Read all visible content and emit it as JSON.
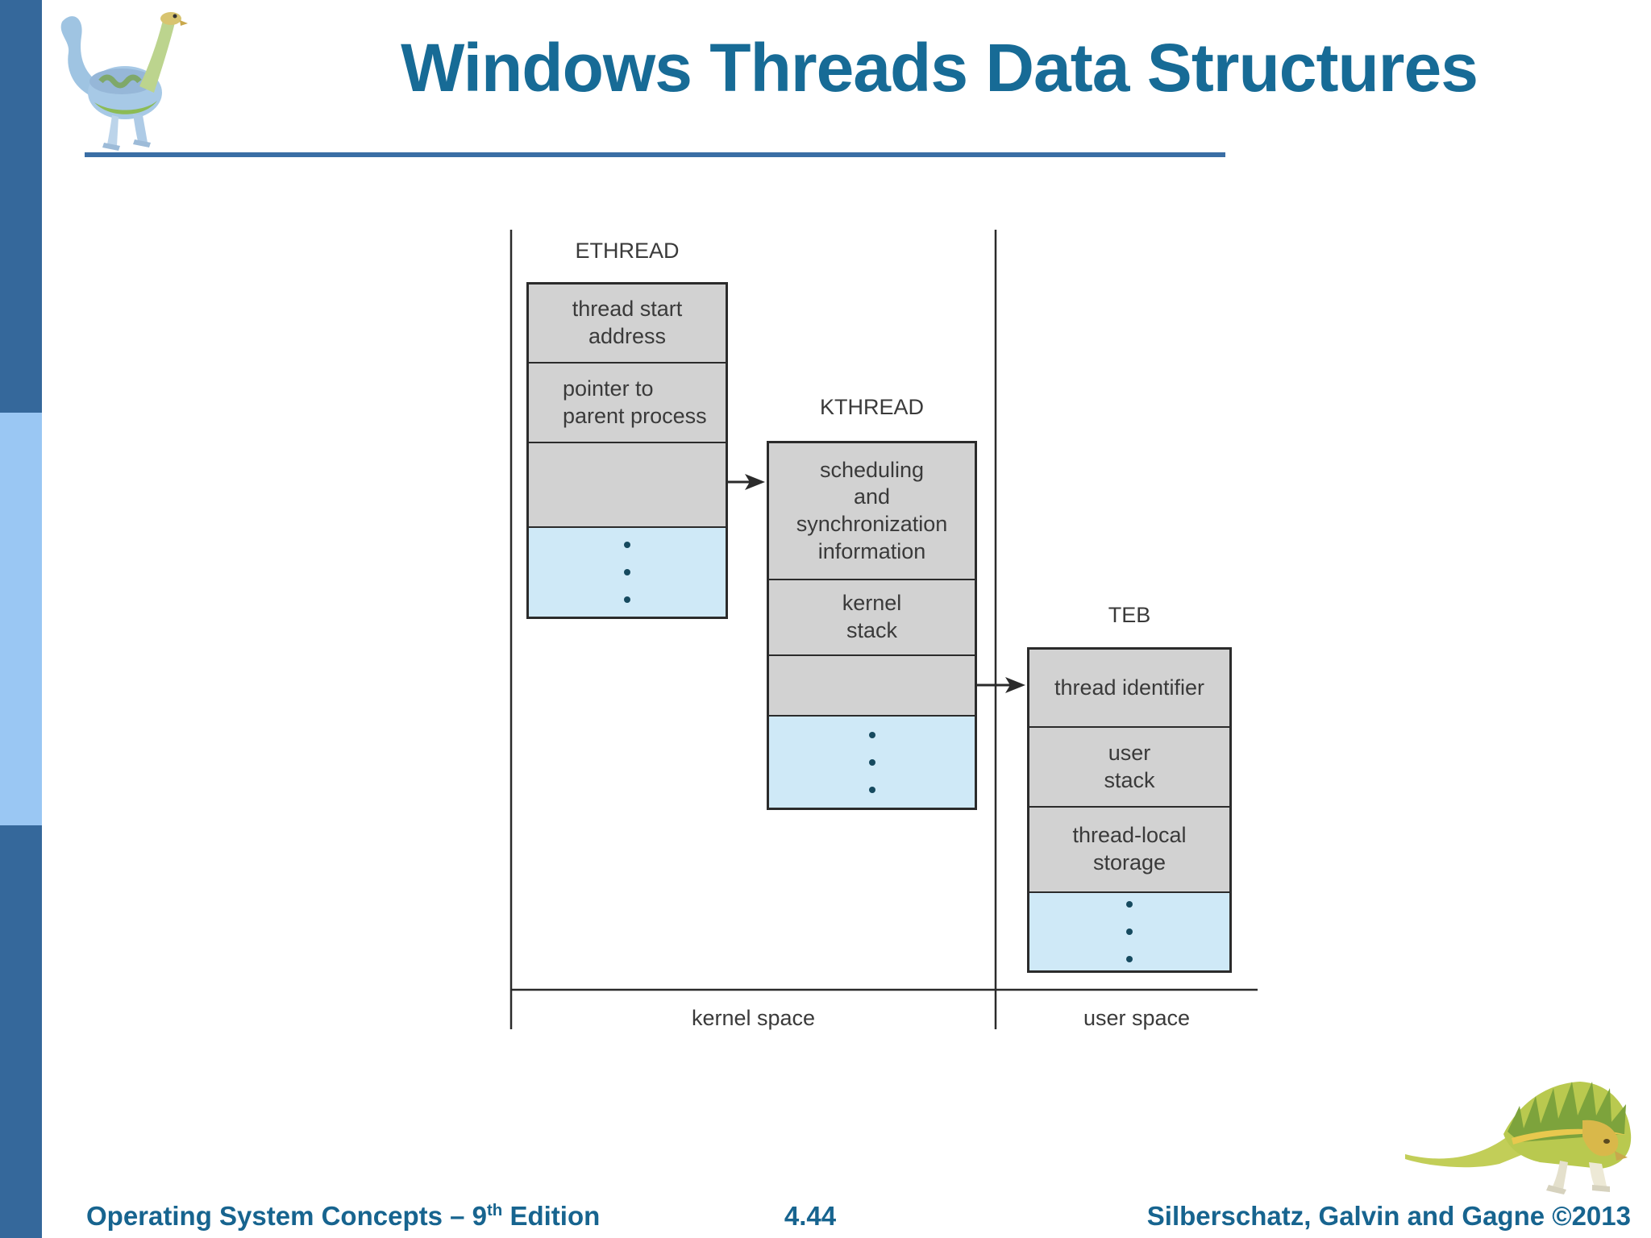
{
  "slide": {
    "title": "Windows Threads Data Structures"
  },
  "diagram": {
    "ethread": {
      "label": "ETHREAD",
      "cell_thread_start": "thread start\naddress",
      "cell_pointer_parent": "pointer to\nparent process"
    },
    "kthread": {
      "label": "KTHREAD",
      "cell_scheduling": "scheduling\nand\nsynchronization\ninformation",
      "cell_kernel_stack": "kernel\nstack"
    },
    "teb": {
      "label": "TEB",
      "cell_thread_identifier": "thread identifier",
      "cell_user_stack": "user\nstack",
      "cell_tls": "thread-local\nstorage"
    },
    "regions": {
      "kernel": "kernel space",
      "user": "user space"
    }
  },
  "footer": {
    "left_pre": "Operating System Concepts – 9",
    "left_sup": "th",
    "left_post": " Edition",
    "page": "4.44",
    "right": "Silberschatz, Galvin and Gagne ©2013"
  },
  "colors": {
    "sidebar_dark": "#35689B",
    "sidebar_light": "#9AC7F3",
    "title_blue": "#176B96",
    "rule_blue": "#3A6EA5",
    "cell_gray": "#D2D2D2",
    "cell_blue": "#CFE9F7",
    "line_dark": "#2b2b2b",
    "footer_blue": "#17648F"
  }
}
